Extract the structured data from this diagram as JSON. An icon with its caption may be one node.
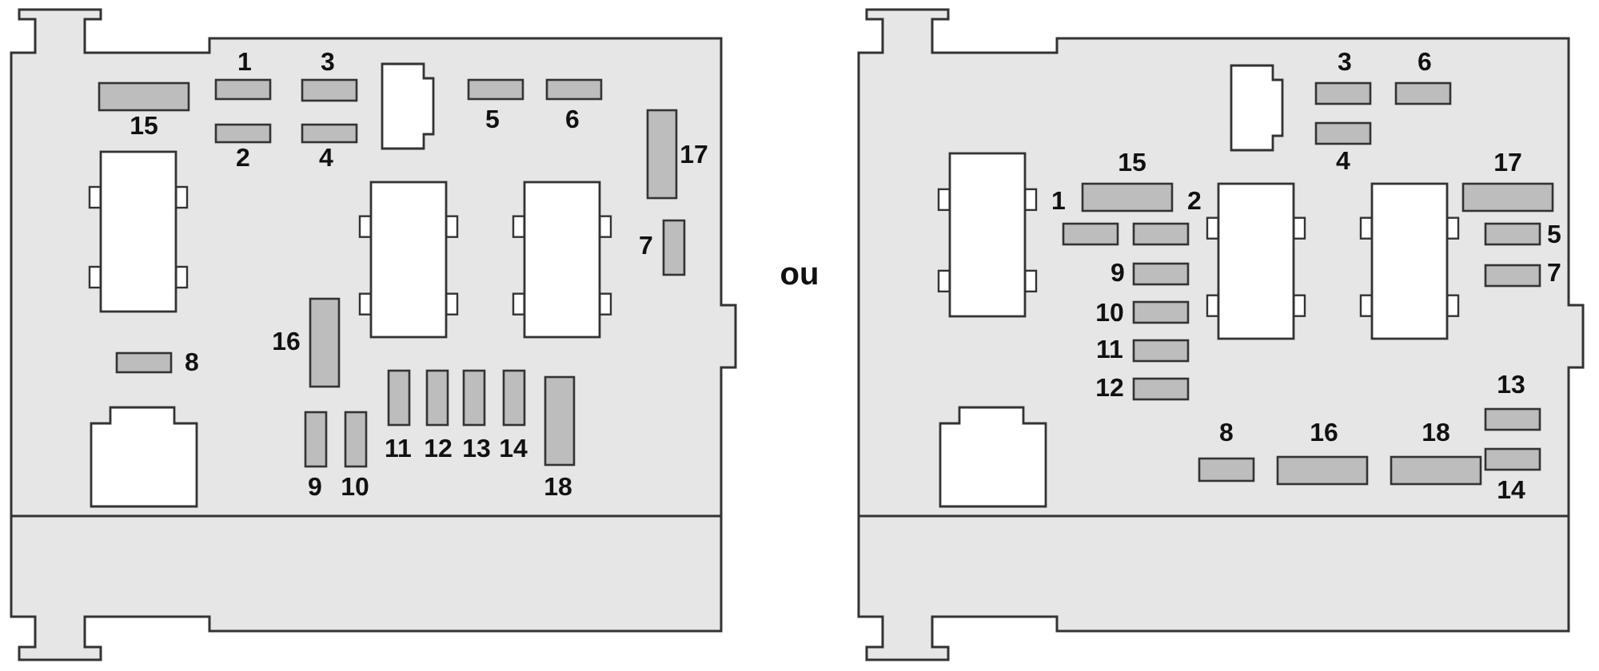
{
  "diagram": {
    "labels": [
      "1",
      "2",
      "3",
      "4",
      "5",
      "6",
      "7",
      "8",
      "9",
      "10",
      "11",
      "12",
      "13",
      "14",
      "15",
      "16",
      "17",
      "18",
      "ou",
      "1",
      "2",
      "3",
      "4",
      "5",
      "6",
      "7",
      "8",
      "9",
      "10",
      "11",
      "12",
      "13",
      "14",
      "15",
      "16",
      "17",
      "18"
    ]
  }
}
